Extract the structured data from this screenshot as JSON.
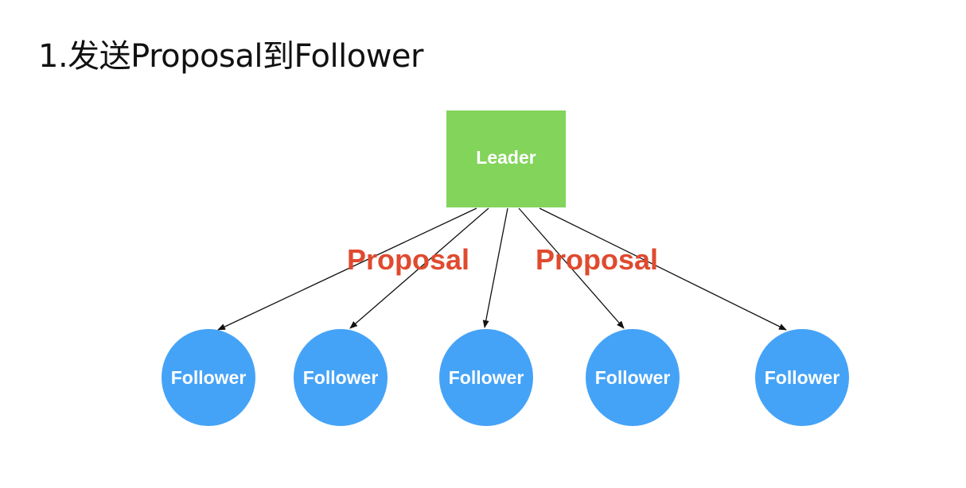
{
  "title": "1.发送Proposal到Follower",
  "leader": {
    "label": "Leader",
    "color": "#82d45a"
  },
  "followers": [
    {
      "label": "Follower"
    },
    {
      "label": "Follower"
    },
    {
      "label": "Follower"
    },
    {
      "label": "Follower"
    },
    {
      "label": "Follower"
    }
  ],
  "follower_color": "#45a3f7",
  "edge_labels": [
    "Proposal",
    "Proposal"
  ],
  "edge_label_color": "#e04a2f",
  "arrow_color": "#111111"
}
